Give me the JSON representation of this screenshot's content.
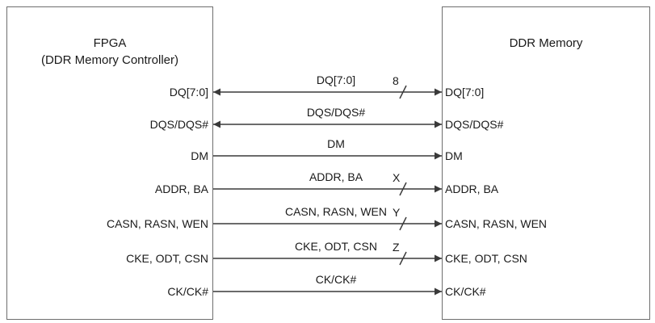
{
  "fpga": {
    "title_line1": "FPGA",
    "title_line2": "(DDR Memory Controller)"
  },
  "ddr": {
    "title": "DDR Memory"
  },
  "signals": [
    {
      "left_label": "DQ[7:0]",
      "mid_label": "DQ[7:0]",
      "right_label": "DQ[7:0]",
      "bus_width": "8",
      "direction": "bidirectional"
    },
    {
      "left_label": "DQS/DQS#",
      "mid_label": "DQS/DQS#",
      "right_label": "DQS/DQS#",
      "bus_width": "",
      "direction": "bidirectional"
    },
    {
      "left_label": "DM",
      "mid_label": "DM",
      "right_label": "DM",
      "bus_width": "",
      "direction": "to-memory"
    },
    {
      "left_label": "ADDR, BA",
      "mid_label": "ADDR, BA",
      "right_label": "ADDR, BA",
      "bus_width": "X",
      "direction": "to-memory"
    },
    {
      "left_label": "CASN, RASN, WEN",
      "mid_label": "CASN, RASN, WEN",
      "right_label": "CASN, RASN, WEN",
      "bus_width": "Y",
      "direction": "to-memory"
    },
    {
      "left_label": "CKE, ODT, CSN",
      "mid_label": "CKE, ODT, CSN",
      "right_label": "CKE, ODT, CSN",
      "bus_width": "Z",
      "direction": "to-memory"
    },
    {
      "left_label": "CK/CK#",
      "mid_label": "CK/CK#",
      "right_label": "CK/CK#",
      "bus_width": "",
      "direction": "to-memory"
    }
  ],
  "colors": {
    "line": "#3a3a3a",
    "border": "#6e6e6e"
  }
}
